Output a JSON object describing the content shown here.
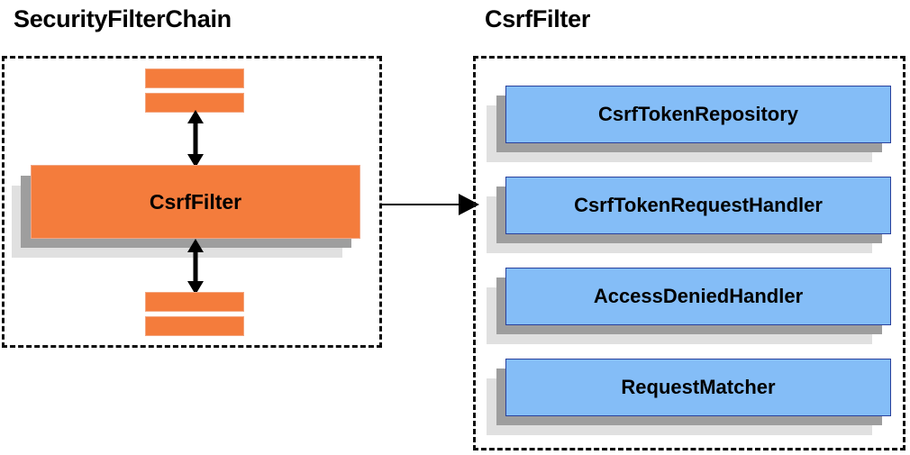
{
  "diagram": {
    "type": "architecture-diagram",
    "background_color": "#ffffff",
    "colors": {
      "orange_fill": "#f47c3c",
      "orange_border": "#f0a584",
      "blue_fill": "#84bdf7",
      "blue_border": "#29419c",
      "shadow_dark": "#9e9e9e",
      "shadow_light": "#e0e0e0",
      "outline": "#0d0d0d",
      "text": "#000000"
    }
  },
  "panels": [
    {
      "id": "security-filter-chain",
      "title": "SecurityFilterChain",
      "nodes": [
        {
          "id": "filter-above-1",
          "label": "",
          "shape": "bar",
          "color": "orange"
        },
        {
          "id": "filter-above-2",
          "label": "",
          "shape": "bar",
          "color": "orange"
        },
        {
          "id": "csrf-filter",
          "label": "CsrfFilter",
          "shape": "box",
          "color": "orange"
        },
        {
          "id": "filter-below-1",
          "label": "",
          "shape": "bar",
          "color": "orange"
        },
        {
          "id": "filter-below-2",
          "label": "",
          "shape": "bar",
          "color": "orange"
        }
      ]
    },
    {
      "id": "csrf-filter-detail",
      "title": "CsrfFilter",
      "nodes": [
        {
          "id": "csrf-token-repository",
          "label": "CsrfTokenRepository",
          "shape": "box",
          "color": "blue"
        },
        {
          "id": "csrf-token-request-handler",
          "label": "CsrfTokenRequestHandler",
          "shape": "box",
          "color": "blue"
        },
        {
          "id": "access-denied-handler",
          "label": "AccessDeniedHandler",
          "shape": "box",
          "color": "blue"
        },
        {
          "id": "request-matcher",
          "label": "RequestMatcher",
          "shape": "box",
          "color": "blue"
        }
      ]
    }
  ],
  "connectors": [
    {
      "id": "arrow-up",
      "from": "csrf-filter",
      "to": "filter-above-2",
      "style": "double-headed-vertical"
    },
    {
      "id": "arrow-down",
      "from": "csrf-filter",
      "to": "filter-below-1",
      "style": "double-headed-vertical"
    },
    {
      "id": "arrow-expand",
      "from": "security-filter-chain",
      "to": "csrf-filter-detail",
      "style": "single-headed-horizontal"
    }
  ]
}
